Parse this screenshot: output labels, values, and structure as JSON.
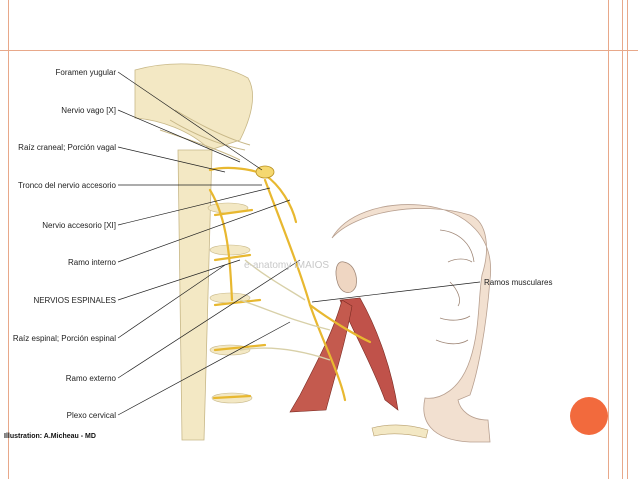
{
  "labels_left": [
    {
      "id": "foramen-yugular",
      "text": "Foramen yugular"
    },
    {
      "id": "nervio-vago",
      "text": "Nervio vago [X]"
    },
    {
      "id": "raiz-craneal",
      "text": "Raíz craneal; Porción vagal"
    },
    {
      "id": "tronco-accesorio",
      "text": "Tronco del nervio accesorio"
    },
    {
      "id": "nervio-accesorio",
      "text": "Nervio accesorio [XI]"
    },
    {
      "id": "ramo-interno",
      "text": "Ramo interno"
    },
    {
      "id": "nervios-espinales",
      "text": "NERVIOS ESPINALES"
    },
    {
      "id": "raiz-espinal",
      "text": "Raíz espinal; Porción espinal"
    },
    {
      "id": "ramo-externo",
      "text": "Ramo externo"
    },
    {
      "id": "plexo-cervical",
      "text": "Plexo cervical"
    }
  ],
  "label_right": "Ramos musculares",
  "credit": "Illustration: A.Micheau - MD",
  "watermark": "e-anatomy IMAIOS",
  "colors": {
    "accent": "#f26a3d",
    "frame": "#e8a88a",
    "nerve": "#e8b830",
    "bone": "#f3e8c4",
    "skin": "#f2e0d0",
    "muscle": "#c0524a"
  }
}
